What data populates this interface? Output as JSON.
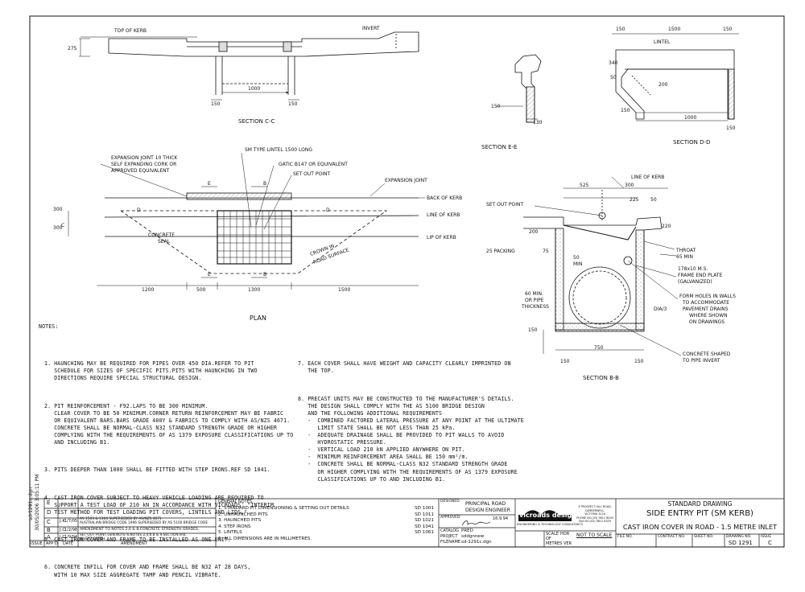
{
  "section_cc": {
    "title": "SECTION C-C",
    "top_of_kerb": "TOP OF KERB",
    "invert": "INVERT",
    "dim_275": "275",
    "dim_1000": "1000",
    "dim_150a": "150",
    "dim_150b": "150"
  },
  "section_ee": {
    "title": "SECTION E-E",
    "dim_150": "150",
    "dim_130": "130"
  },
  "section_dd": {
    "title": "SECTION D-D",
    "lintel": "LINTEL",
    "dim_150a": "150",
    "dim_1500": "1500",
    "dim_150b": "150",
    "dim_340": "340",
    "dim_50": "50",
    "dim_200": "200",
    "dim_150c": "150",
    "dim_1000": "1000",
    "dim_150d": "150"
  },
  "plan": {
    "title": "PLAN",
    "expansion_joint_left": [
      "EXPANSION JOINT 10 THICK",
      "SELF EXPANDING CORK OR",
      "APPROVED EQUIVALENT"
    ],
    "sm_lintel": "SM TYPE LINTEL 1500 LONG",
    "gatic": "GATIC B147 OR EQUIVALENT",
    "set_out_point": "SET OUT POINT",
    "expansion_joint_right": "EXPANSION JOINT",
    "back_of_kerb": "BACK OF KERB",
    "line_of_kerb": "LINE OF KERB",
    "lip_of_kerb": "LIP OF KERB",
    "concrete_seal": [
      "CONCRETE",
      "SEAL"
    ],
    "crown": [
      "CROWN IN",
      "ROAD SURFACE"
    ],
    "dim_300a": "300",
    "dim_300b": "300",
    "dim_1200": "1200",
    "dim_500": "500",
    "dim_1300": "1300",
    "dim_1500": "1500",
    "lbl_E": "E",
    "lbl_B": "B",
    "lbl_D": "D",
    "lbl_C": "C"
  },
  "section_bb": {
    "title": "SECTION B-B",
    "line_of_kerb": "LINE OF KERB",
    "set_out_point": "SET OUT POINT",
    "dim_525": "525",
    "dim_300": "300",
    "dim_225": "225",
    "dim_50": "50",
    "dim_200": "200",
    "dim_220": "220",
    "packing": "25 PACKING",
    "dim_75": "75",
    "dim_50min": [
      "50",
      "MIN"
    ],
    "throat": [
      "THROAT",
      "65 MIN"
    ],
    "end_plate": [
      "178x10 M.S.",
      "FRAME END PLATE",
      "(GALVANIZED)"
    ],
    "form_holes": [
      "FORM HOLES IN WALLS",
      "TO ACCOMMODATE",
      "PAVEMENT DRAINS",
      "WHERE SHOWN",
      "ON DRAWINGS"
    ],
    "thickness": [
      "60 MIN.",
      "OR PIPE",
      "THICKNESS"
    ],
    "dia3": "DIA/3",
    "dim_150a": "150",
    "dim_750": "750",
    "dim_150b": "150",
    "dim_150c": "150",
    "concrete_shaped": [
      "CONCRETE SHAPED",
      "TO PIPE INVERT"
    ]
  },
  "notes": {
    "heading": "NOTES:",
    "left": [
      "1. HAUNCHING MAY BE REQUIRED FOR PIPES OVER 450 DIA.REFER TO PIT\n   SCHEDULE FOR SIZES OF SPECIFIC PITS.PITS WITH HAUNCHING IN TWO\n   DIRECTIONS REQUIRE SPECIAL STRUCTURAL DESIGN.",
      "2. PIT REINFORCEMENT - F92.LAPS TO BE 300 MINIMUM.\n   CLEAR COVER TO BE 50 MINIMUM.CORNER RETURN REINFORCEMENT MAY BE FABRIC\n   OR EQUIVALENT BARS.BARS GRADE 400Y & FABRICS TO COMPLY WITH AS/NZS 4671.\n   CONCRETE SHALL BE NORMAL-CLASS N32 STANDARD STRENGTH GRADE OR HIGHER\n   COMPLYING WITH THE REQUIREMENTS OF AS 1379 EXPOSURE CLASSIFICATIONS UP TO\n   AND INCLUDING B1.",
      "3. PITS DEEPER THAN 1000 SHALL BE FITTED WITH STEP IRONS.REF SD 1041.",
      "4. CAST IRON COVER SUBJECT TO HEAVY VEHICLE LOADING ARE REQUIRED TO\n   SUPPORT A TEST LOAD OF 210 kN IN ACCORDANCE WITH VICROADS' \"INTERIM\n   TEST METHOD FOR TEST LOADING PIT COVERS, LINTELS AND LIDS.\"",
      "5. CAST IRON COVER AND FRAME TO BE INSTALLED AS ONE UNIT.",
      "6. CONCRETE INFILL FOR COVER AND FRAME SHALL BE N32 AT 28 DAYS,\n   WITH 10 MAX SIZE AGGREGATE TAMP AND PENCIL VIBRATE."
    ],
    "right": [
      "7. EACH COVER SHALL HAVE WEIGHT AND CAPACITY CLEARLY IMPRINTED ON\n   THE TOP.",
      "8. PRECAST UNITS MAY BE CONSTRUCTED TO THE MANUFACTURER'S DETAILS.\n   THE DESIGN SHALL COMPLY WITH THE AS 5100 BRIDGE DESIGN\n   AND THE FOLLOWING ADDITIONAL REQUIREMENTS\n   -  COMBINED FACTORED LATERAL PRESSURE AT ANY POINT AT THE ULTIMATE\n      LIMIT STATE SHALL BE NOT LESS THAN 25 kPa.\n   -  ADEQUATE DRAINAGE SHALL BE PROVIDED TO PIT WALLS TO AVOID\n      HYDROSTATIC PRESSURE.\n   -  VERTICAL LOAD 210 kN APPLIED ANYWHERE ON PIT.\n   -  MINIMUM REINFORCEMENT AREA SHALL BE 150 mm²/m.\n   -  CONCRETE SHALL BE NORMAL-CLASS N32 STANDARD STRENGTH GRADE\n      OR HIGHER COMPLYING WITH THE REQUIREMENTS OF AS 1379 EXPOSURE\n      CLASSIFICATIONS UP TO AND INCLUDING B1."
    ]
  },
  "title_block": {
    "amendments": [
      {
        "issue": "E",
        "app": "",
        "date": "",
        "text": ""
      },
      {
        "issue": "D",
        "app": "",
        "date": "",
        "text": ""
      },
      {
        "issue": "C",
        "app": "J.K.",
        "date": "1/7/05",
        "text": "AS 1503 & 1304 SUPERSEDED BY AS/NZS 4671\nAUSTRALIAN BRIDGE CODE 1996 SUPERSEDED BY AS 5100 BRIDGE CODE"
      },
      {
        "issue": "B",
        "app": "J.C.",
        "date": "1/2/98",
        "text": "AMENDMENT TO NOTES 2,6 & 8,CONCRETE STRENGTH GRADES."
      },
      {
        "issue": "A",
        "app": "J.C.",
        "date": "1/9/94",
        "text": "SET OUT POINT,GEN.NOTE 6,NOTES 2,4,6,8 & 9,SECTION B-B,\nINVERT DEPTH."
      }
    ],
    "amend_headers": {
      "issue": "ISSUE",
      "app": "APP'D",
      "date": "DATE",
      "amendment": "AMENDMENT"
    },
    "side_text": [
      "sd-1291c.dgn",
      "30/05/2006  3:05:11 PM"
    ],
    "general_notes_heading": "GENERAL NOTES",
    "general_notes": [
      {
        "text": "1. STANDARD PIT DIMENSIONING & SETTING OUT DETAILS",
        "ref": "SD 1001"
      },
      {
        "text": "2. UNHAUNCHED PITS",
        "ref": "SD 1011"
      },
      {
        "text": "3. HAUNCHED PITS",
        "ref": "SD 1021"
      },
      {
        "text": "4. STEP IRONS",
        "ref": "SD 1041"
      },
      {
        "text": "5. LINTELS",
        "ref": "SD 1061"
      },
      {
        "text": "6. ALL DIMENSIONS ARE IN MILLIMETRES.",
        "ref": ""
      }
    ],
    "designed_label": "DESIGNED",
    "designed_value": [
      "PRINCIPAL ROAD",
      "DESIGN ENGINEER"
    ],
    "approved_label": "APPROVED",
    "approved_date": "16.9.94",
    "catalog_label": "CATALOG",
    "catalog_value": "PRED",
    "project_label": "PROJECT",
    "project_value": "sddgnnew",
    "filename_label": "FILENAME",
    "filename_value": "sd-1291c.dgn",
    "logo": "vicroads design",
    "logo_sub": "ENGINEERING & TECHNOLOGY CONSULTANTS",
    "address": [
      "3 PROSPECT HILL ROAD,",
      "CAMBERWELL,",
      "VICTORIA 3124",
      "PHONE NO.(03) 9811 8000",
      "FAX NO.(03) 9811 8329"
    ],
    "scale_label": "SCALE",
    "scale_hor": "HOR",
    "scale_of": "OF",
    "scale_metres": "METRES",
    "scale_ver": "VER",
    "scale_value": "NOT TO SCALE",
    "std_drawing": "STANDARD DRAWING",
    "title_main": "SIDE ENTRY PIT (SM KERB)",
    "title_sub": "CAST IRON COVER IN ROAD - 1.5 METRE INLET",
    "file_no_label": "FILE NO.",
    "contract_label": "CONTRACT NO.",
    "sheet_label": "SHEET NO.",
    "drawing_label": "DRAWING NO.",
    "issue_label": "ISSUE",
    "drawing_no": "SD 1291",
    "issue": "C"
  }
}
